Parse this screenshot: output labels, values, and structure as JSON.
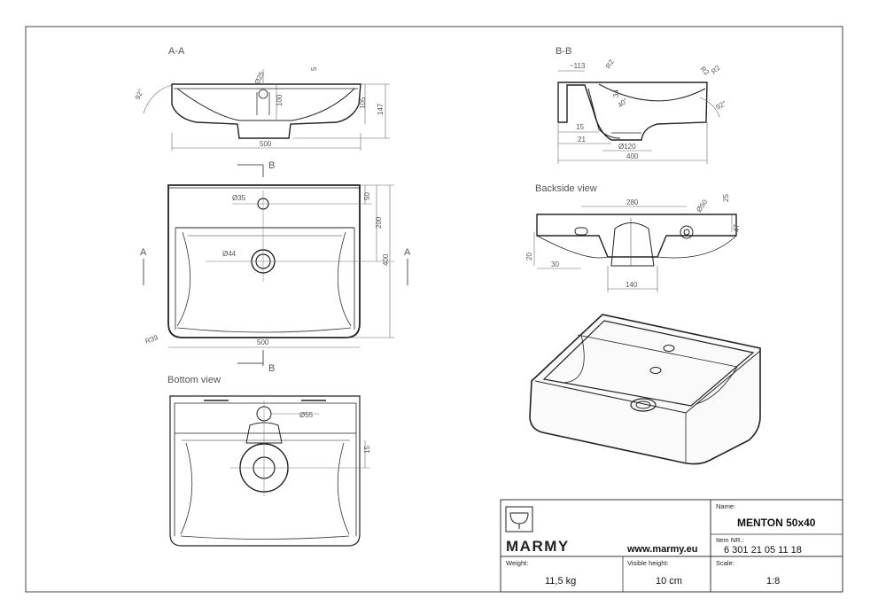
{
  "views": {
    "section_aa": "A-A",
    "section_bb": "B-B",
    "backside": "Backside view",
    "bottom": "Bottom view"
  },
  "section_marks": {
    "a": "A",
    "b": "B"
  },
  "dims_aa": {
    "angle": "92°",
    "dia": "Ø25",
    "d5": "5",
    "d100": "100",
    "d105": "105",
    "d147": "147",
    "d500": "500"
  },
  "dims_top": {
    "d35": "Ø35",
    "d50": "50",
    "d200": "200",
    "d400": "400",
    "d44": "Ø44",
    "d500": "500",
    "r39": "R39"
  },
  "dims_bb": {
    "d113": "~113",
    "r2a": "R2",
    "r2b": "R2",
    "r2c": "R2",
    "d34": "34",
    "a40": "40°",
    "a92": "92°",
    "d15": "15",
    "d21": "21",
    "d120": "Ø120",
    "d400": "400"
  },
  "dims_back": {
    "d280": "280",
    "d50": "Ø50",
    "d25": "25",
    "d47": "47",
    "d20": "20",
    "d30": "30",
    "d140": "140"
  },
  "dims_bottom": {
    "d55": "Ø55",
    "d15": "15"
  },
  "title_block": {
    "brand": "MARMY",
    "website": "www.marmy.eu",
    "name_label": "Name:",
    "name_value": "MENTON 50x40",
    "item_label": "Item NR.:",
    "item_value": "6 301 21 05 11 18",
    "weight_label": "Weight:",
    "weight_value": "11,5 kg",
    "height_label": "Visible height:",
    "height_value": "10 cm",
    "scale_label": "Scale:",
    "scale_value": "1:8"
  }
}
